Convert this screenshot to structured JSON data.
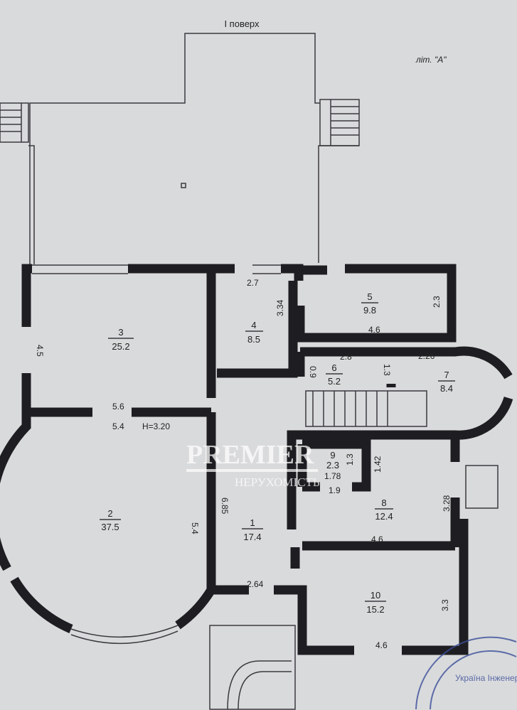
{
  "title": "I поверх",
  "letter": "літ. \"А\"",
  "height_label": "H=3.20",
  "rooms": [
    {
      "num": "1",
      "area": "17.4"
    },
    {
      "num": "2",
      "area": "37.5"
    },
    {
      "num": "3",
      "area": "25.2"
    },
    {
      "num": "4",
      "area": "8.5"
    },
    {
      "num": "5",
      "area": "9.8"
    },
    {
      "num": "6",
      "area": "5.2"
    },
    {
      "num": "7",
      "area": "8.4"
    },
    {
      "num": "8",
      "area": "12.4"
    },
    {
      "num": "9",
      "area": "2.3"
    },
    {
      "num": "10",
      "area": "15.2"
    }
  ],
  "dims": {
    "d_4_5": "4.5",
    "d_5_6": "5.6",
    "d_5_4a": "5.4",
    "d_5_4b": "5.4",
    "d_2_7": "2.7",
    "d_3_34": "3.34",
    "d_2_3": "2.3",
    "d_4_6a": "4.6",
    "d_0_9": "0.9",
    "d_2_8": "2.8",
    "d_1_3a": "1.3",
    "d_2_26": "2.26",
    "d_6_85": "6.85",
    "d_1_78": "1.78",
    "d_1_9": "1.9",
    "d_1_3b": "1.3",
    "d_1_42": "1.42",
    "d_3_28": "3.28",
    "d_4_6b": "4.6",
    "d_2_64": "2.64",
    "d_3_3": "3.3",
    "d_4_6c": "4.6"
  },
  "watermark": {
    "brand": "PREMIER",
    "sub": "НЕРУХОМІСТЬ"
  },
  "stamp_text": "Україна Інженер"
}
